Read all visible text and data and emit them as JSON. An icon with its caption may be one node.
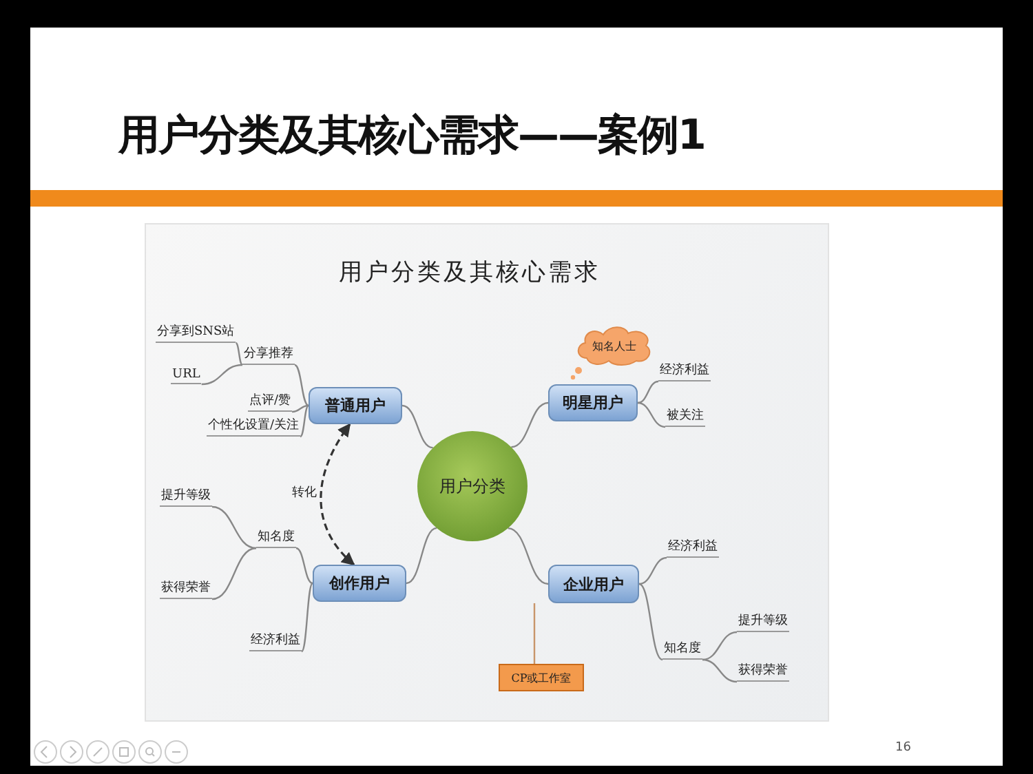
{
  "diagram": {
    "title": "用户分类及其核心需求——案例1",
    "nodes": [
      {
        "text": [
          "用户分类"
        ]
      },
      {
        "text": [
          "普通用户"
        ]
      },
      {
        "text": [
          "分享推荐"
        ]
      },
      {
        "text": [
          "分享到SNS站"
        ]
      },
      {
        "text": [
          "URL"
        ]
      },
      {
        "text": [
          "点评/赞"
        ]
      },
      {
        "text": [
          "个性化设置/关注"
        ]
      },
      {
        "text": [
          "创作用户"
        ]
      },
      {
        "text": [
          "知名度"
        ]
      },
      {
        "text": [
          "提升等级"
        ]
      },
      {
        "text": [
          "获得荣誉"
        ]
      },
      {
        "text": [
          "经济利益"
        ]
      },
      {
        "text": [
          "明星用户"
        ]
      },
      {
        "text": [
          "知名人士"
        ]
      },
      {
        "text": [
          "经济利益"
        ]
      },
      {
        "text": [
          "被关注"
        ]
      },
      {
        "text": [
          "企业用户"
        ]
      },
      {
        "text": [
          "经济利益"
        ]
      },
      {
        "text": [
          "知名度"
        ]
      },
      {
        "text": [
          "提升等级"
        ]
      },
      {
        "text": [
          "获得荣誉"
        ]
      },
      {
        "text": [
          "CP或工作室"
        ]
      }
    ],
    "edges": [
      {
        "from": 0,
        "to": 1,
        "arrow": "none"
      },
      {
        "from": 1,
        "to": 2,
        "arrow": "none"
      },
      {
        "from": 2,
        "to": 3,
        "arrow": "none"
      },
      {
        "from": 2,
        "to": 4,
        "arrow": "none"
      },
      {
        "from": 1,
        "to": 5,
        "arrow": "none"
      },
      {
        "from": 1,
        "to": 6,
        "arrow": "none"
      },
      {
        "from": 0,
        "to": 7,
        "arrow": "none"
      },
      {
        "from": 7,
        "to": 8,
        "arrow": "none"
      },
      {
        "from": 8,
        "to": 9,
        "arrow": "none"
      },
      {
        "from": 8,
        "to": 10,
        "arrow": "none"
      },
      {
        "from": 7,
        "to": 11,
        "arrow": "none"
      },
      {
        "from": 7,
        "to": 1,
        "arrow": "both",
        "label": "转化",
        "style": "dashed"
      },
      {
        "from": 0,
        "to": 12,
        "arrow": "none"
      },
      {
        "from": 12,
        "to": 14,
        "arrow": "none"
      },
      {
        "from": 12,
        "to": 15,
        "arrow": "none"
      },
      {
        "from": 0,
        "to": 16,
        "arrow": "none"
      },
      {
        "from": 16,
        "to": 17,
        "arrow": "none"
      },
      {
        "from": 16,
        "to": 18,
        "arrow": "none"
      },
      {
        "from": 18,
        "to": 19,
        "arrow": "none"
      },
      {
        "from": 18,
        "to": 20,
        "arrow": "none"
      },
      {
        "from": 16,
        "to": 21,
        "arrow": "none",
        "color": "#c8956a"
      }
    ],
    "labels": [
      "用户分类及其核心需求",
      "16"
    ]
  }
}
